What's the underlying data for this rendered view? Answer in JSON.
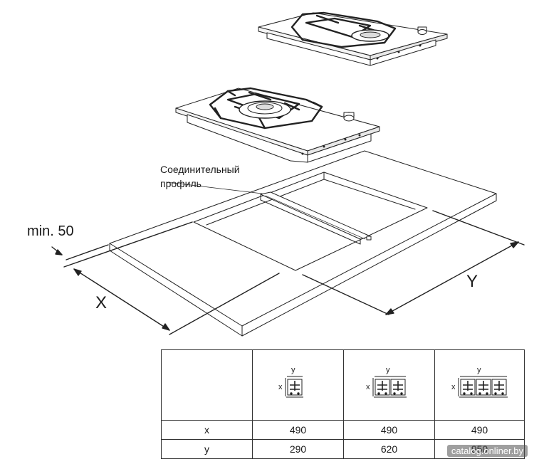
{
  "labels": {
    "min": "min. 50",
    "x": "X",
    "y": "Y",
    "profile_line1": "Соединительный",
    "profile_line2": "профиль"
  },
  "table": {
    "rows": [
      {
        "label": "x",
        "values": [
          "490",
          "490",
          "490"
        ]
      },
      {
        "label": "y",
        "values": [
          "290",
          "620",
          "950"
        ]
      }
    ],
    "icons": [
      {
        "modules": 1,
        "x_mark": "x",
        "y_mark": "y"
      },
      {
        "modules": 2,
        "x_mark": "x",
        "y_mark": "y"
      },
      {
        "modules": 3,
        "x_mark": "x",
        "y_mark": "y"
      }
    ]
  },
  "watermark": "catalog.onliner.by"
}
